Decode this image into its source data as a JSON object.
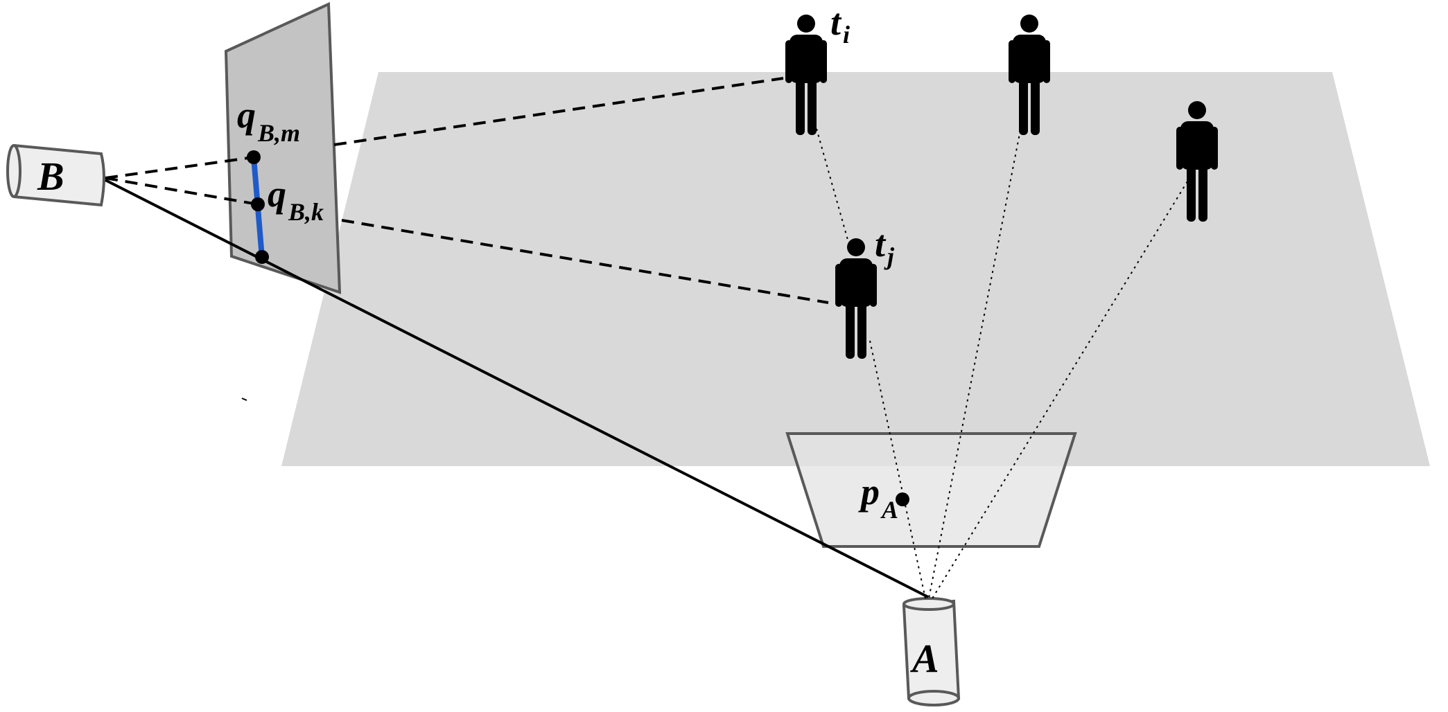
{
  "labels": {
    "camera_b": "B",
    "camera_a": "A",
    "point_qbm": "q",
    "point_qbm_sub": "B,m",
    "point_qbk": "q",
    "point_qbk_sub": "B,k",
    "point_pa": "p",
    "point_pa_sub": "A",
    "target_ti": "t",
    "target_ti_sub": "i",
    "target_tj": "t",
    "target_tj_sub": "j"
  },
  "colors": {
    "ground_plane": "#d9d9d9",
    "image_plane_b": "#c3c3c3",
    "image_plane_a": "#e3e3e3",
    "camera_body": "#eeeeee",
    "outline": "#595959",
    "epipolar_segment": "#1f5bc8",
    "ink": "#000000"
  }
}
